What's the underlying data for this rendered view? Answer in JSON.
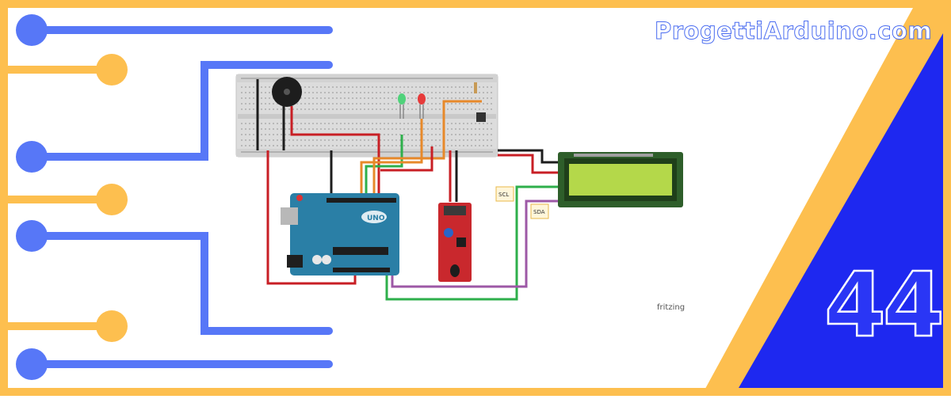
{
  "brand": {
    "site_name": "ProgettiArduino.com"
  },
  "badge": {
    "number": "44"
  },
  "diagram": {
    "credit": "fritzing",
    "labels": {
      "scl": "SCL",
      "sda": "SDA"
    },
    "boards": {
      "uno_logo": "UNO"
    }
  },
  "colors": {
    "frame_yellow": "#fdbf4f",
    "circuit_blue": "#5777f7",
    "corner_blue": "#1e28f0",
    "board_blue": "#2a7fa6",
    "lcd_green": "#b4d84a",
    "sensor_red": "#c9282d",
    "wire_red": "#c81f25",
    "wire_green": "#2eaf4b",
    "wire_orange": "#e7892a",
    "wire_purple": "#9d58a6"
  },
  "icons": [
    "buzzer-icon",
    "led-icon",
    "arduino-uno-icon",
    "lcd-display-icon",
    "sensor-module-icon"
  ]
}
